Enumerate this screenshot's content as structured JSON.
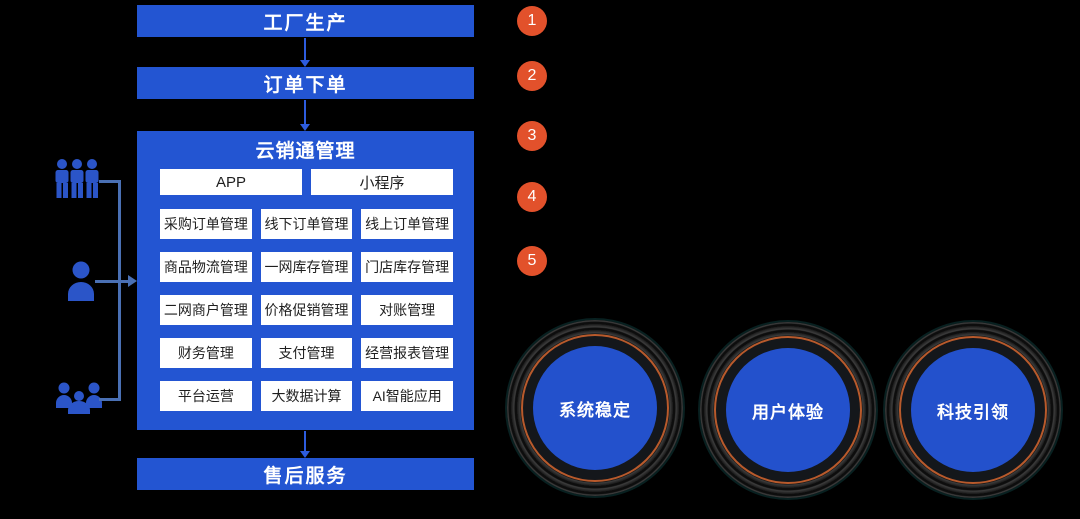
{
  "diagram": {
    "factory_bar": "工厂生产",
    "order_bar": "订单下单",
    "after_sales_bar": "售后服务",
    "management": {
      "title": "云销通管理",
      "channels": [
        "APP",
        "小程序"
      ],
      "modules": [
        [
          "采购订单管理",
          "线下订单管理",
          "线上订单管理"
        ],
        [
          "商品物流管理",
          "一网库存管理",
          "门店库存管理"
        ],
        [
          "二网商户管理",
          "价格促销管理",
          "对账管理"
        ],
        [
          "财务管理",
          "支付管理",
          "经营报表管理"
        ],
        [
          "平台运营",
          "大数据计算",
          "AI智能应用"
        ]
      ]
    },
    "steps": [
      "1",
      "2",
      "3",
      "4",
      "5"
    ],
    "actor_icons": [
      "staff-group-icon",
      "customer-icon",
      "team-meeting-icon"
    ],
    "value_circles": [
      "系统稳定",
      "用户体验",
      "科技引领"
    ],
    "colors": {
      "bar_blue": "#2355d2",
      "module_bg": "#ffffff",
      "module_text": "#1f1f1f",
      "step_orange": "#e2512b",
      "connector_blue": "#4a70b4",
      "tire_core_blue": "#2351cc",
      "tire_ring_orange": "#b85a2c",
      "background": "#000000"
    }
  }
}
